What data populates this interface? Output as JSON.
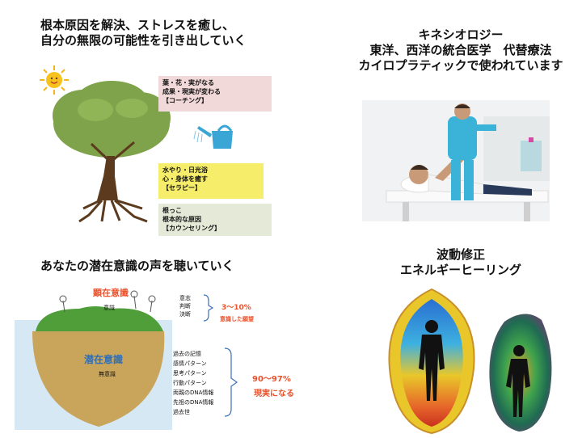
{
  "q1": {
    "heading": [
      "根本原因を解決、ストレスを癒し、",
      "自分の無限の可能性を引き出していく"
    ],
    "fruit_box": [
      "葉・花・実がなる",
      "成果・現実が変わる",
      "【コーチング】"
    ],
    "water_box": [
      "水やり・日光浴",
      "心・身体を癒す",
      "【セラピー】"
    ],
    "root_box": [
      "根っこ",
      "根本的な原因",
      "【カウンセリング】"
    ]
  },
  "q2": {
    "heading": [
      "キネシオロジー",
      "東洋、西洋の統合医学　代替療法",
      "カイロプラティックで使われています"
    ]
  },
  "q3": {
    "heading": "あなたの潜在意識の声を聴いていく",
    "conscious_label": "顕在意識",
    "conscious_sub": "意識",
    "conscious_items": [
      "意志",
      "判断",
      "決断"
    ],
    "conscious_pct": "3〜10%",
    "conscious_note": "意識した願望",
    "subconscious_label": "潜在意識",
    "subconscious_sub": "無意識",
    "subconscious_items": [
      "過去の記憶",
      "感情パターン",
      "思考パターン",
      "行動パターン",
      "両親のDNA情報",
      "先祖のDNA情報",
      "過去世"
    ],
    "subconscious_pct": "90〜97%",
    "subconscious_note": "現実になる"
  },
  "q4": {
    "heading": [
      "波動修正",
      "エネルギーヒーリング"
    ]
  }
}
